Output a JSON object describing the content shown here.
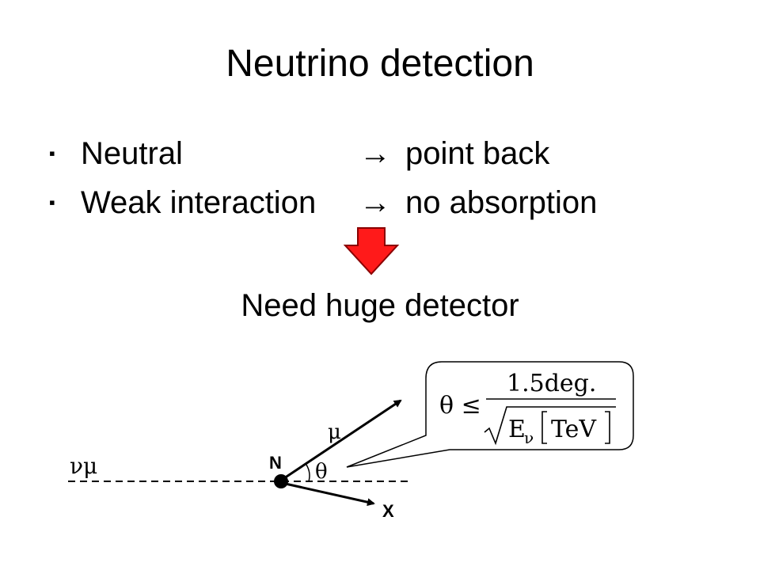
{
  "slide": {
    "title": "Neutrino detection",
    "bullets": [
      {
        "marker": "▪",
        "left": "Neutral",
        "arrow": "→",
        "right": "point back"
      },
      {
        "marker": "▪",
        "left": "Weak interaction",
        "arrow": "→",
        "right": "no absorption"
      }
    ],
    "conclusion": "Need huge detector"
  },
  "diagram": {
    "incoming_label": "νμ",
    "target_label": "N",
    "muon_label": "μ",
    "hadron_label": "X",
    "angle_label": "θ",
    "formula": {
      "lhs": "θ ≤",
      "numerator": "1.5deg.",
      "denominator_energy": "E",
      "denominator_subscript": "ν",
      "denominator_unit": "TeV"
    }
  },
  "colors": {
    "arrow_fill": "#ff1a1a",
    "arrow_stroke": "#8a0000"
  }
}
